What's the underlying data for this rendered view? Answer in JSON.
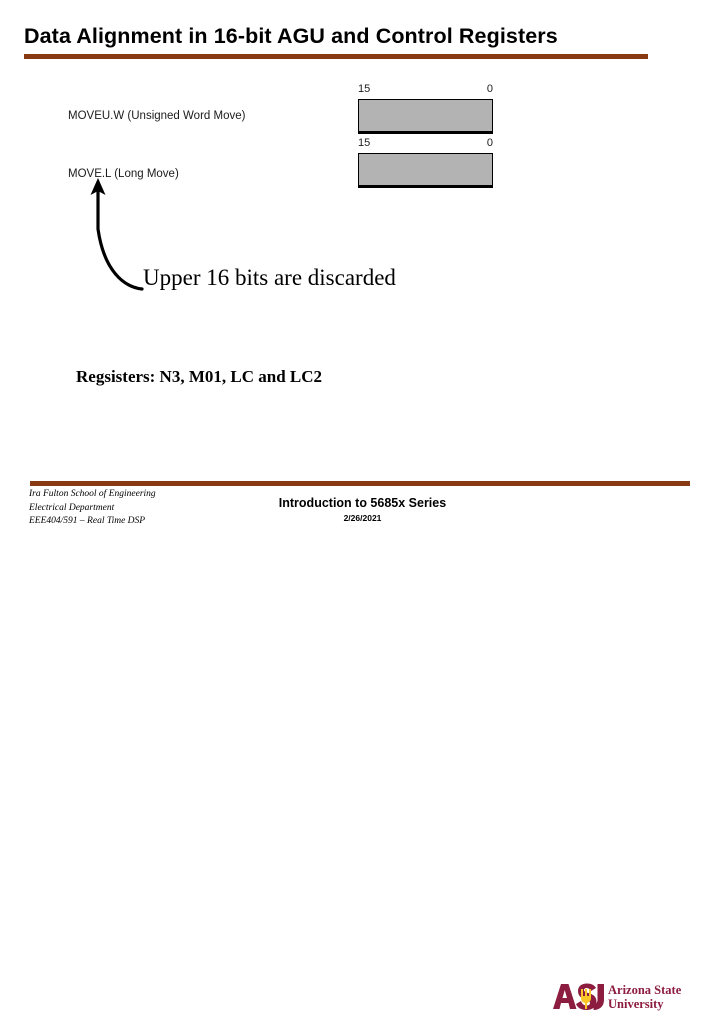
{
  "slide": {
    "title": "Data Alignment in 16-bit AGU and Control Registers",
    "accent_color": "#8a3a12",
    "background_color": "#ffffff"
  },
  "diagram": {
    "rows": [
      {
        "label": "MOVEU.W (Unsigned Word Move)",
        "register": {
          "bit_high": "15",
          "bit_low": "0",
          "fill_color": "#b3b3b3",
          "border_color": "#000000"
        }
      },
      {
        "label": "MOVE.L (Long Move)",
        "register": {
          "bit_high": "15",
          "bit_low": "0",
          "fill_color": "#b3b3b3",
          "border_color": "#000000"
        }
      }
    ],
    "callout": {
      "text": "Upper 16 bits are discarded",
      "arrow_name": "curved-arrow-to-move-l"
    }
  },
  "body": {
    "registers_line": "Regsisters: N3, M01, LC and LC2"
  },
  "footer": {
    "rule_color": "#8a3a12",
    "left": {
      "line1": "Ira Fulton School of Engineering",
      "line2": "Electrical Department",
      "line3": "EEE404/591 – Real Time DSP"
    },
    "center": {
      "course": "Introduction to 5685x Series",
      "date": "2/26/2021"
    },
    "logo": {
      "mark": "ASU",
      "wordmark_line1": "Arizona State",
      "wordmark_line2": "University",
      "maroon": "#8c1d40",
      "gold": "#ffc627"
    }
  }
}
